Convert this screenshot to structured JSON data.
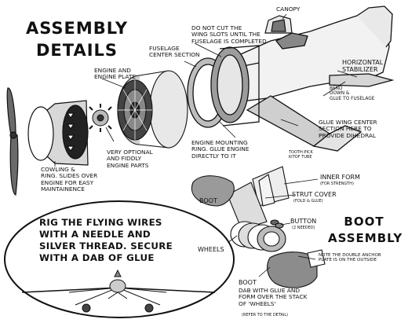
{
  "title": {
    "line1": "ASSEMBLY",
    "line2": "DETAILS"
  },
  "labels": {
    "canopy": "CANOPY",
    "wing_slots": [
      "DO NOT CUT THE",
      "WING SLOTS UNTIL THE",
      "FUSELAGE IS COMPLETED"
    ],
    "fuselage_center": [
      "FUSELAGE",
      "CENTER SECTION"
    ],
    "engine_plate": [
      "ENGINE AND",
      "ENGINE PLATE"
    ],
    "h_stab": [
      "HORIZONTAL",
      "STABILIZER"
    ],
    "bend_down": [
      "BEND",
      "DOWN &",
      "GLUE TO FUSELAGE"
    ],
    "glue_wing": [
      "GLUE WING CENTER",
      "SECTION HERE TO",
      "PROVIDE DIHEDRAL"
    ],
    "tooth_pick": [
      "TOOTH-PICK",
      "KITOF TUBE"
    ],
    "optional": [
      "VERY OPTIONAL",
      "AND FIDDLY",
      "ENGINE PARTS"
    ],
    "mounting": [
      "ENGINE MOUNTING",
      "RING. GLUE ENGINE",
      "DIRECTLY TO IT"
    ],
    "cowling": [
      "COWLING &",
      "RING. SLIDES OVER",
      "ENGINE FOR EASY",
      "MAINTAINENCE"
    ],
    "inner_form": "INNER FORM",
    "inner_form_sub": "(FOR STRENGTH)",
    "strut_cover": "STRUT COVER",
    "strut_cover_sub": "(FOLD & GLUE)",
    "boot_left": "BOOT",
    "button": "BUTTON",
    "button_sub": "(2 NEEDED)",
    "wheels": "WHEELS",
    "boot_bottom": "BOOT",
    "boot_instr": [
      "DAB WITH GLUE AND",
      "FORM OVER THE STACK",
      "OF 'WHEELS'"
    ],
    "boot_ref": "(REFER TO THE DETAIL)",
    "anchor_note": [
      "NOTE THE DOUBLE ANCHOR",
      "PLATE IS ON THE OUTSIDE"
    ]
  },
  "boot_title": {
    "line1": "BOOT",
    "line2": "ASSEMBLY"
  },
  "rig_note": [
    "RIG THE FLYING WIRES",
    "WITH A NEEDLE AND",
    "SILVER THREAD. SECURE",
    "WITH A DAB OF GLUE"
  ]
}
